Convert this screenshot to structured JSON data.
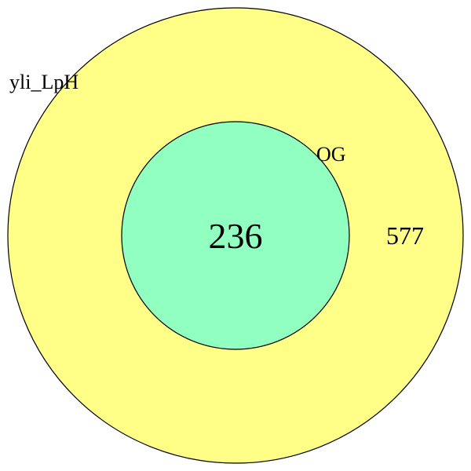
{
  "diagram": {
    "type": "venn",
    "sets": [
      {
        "name": "yli_LpH",
        "color": "#ffff88"
      },
      {
        "name": "OG",
        "color": "#90ffc0"
      }
    ],
    "regions": {
      "yli_LpH_only": "577",
      "intersection": "236"
    },
    "stroke_color": "#000000",
    "background": "#ffffff"
  }
}
